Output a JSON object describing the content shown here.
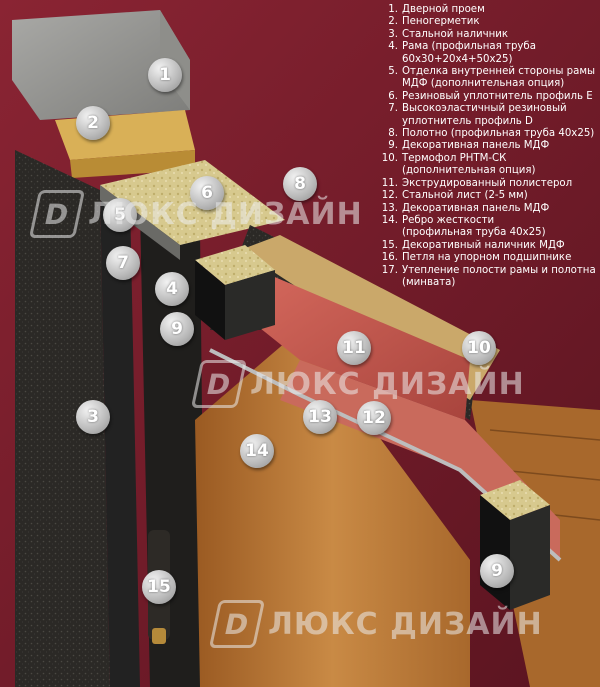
{
  "legend": [
    {
      "num": "1.",
      "text": "Дверной проем"
    },
    {
      "num": "2.",
      "text": "Пеногерметик"
    },
    {
      "num": "3.",
      "text": "Стальной наличник"
    },
    {
      "num": "4.",
      "text": "Рама (профильная труба\n60х30+20х4+50х25)"
    },
    {
      "num": "5.",
      "text": "Отделка внутренней стороны рамы\nМДФ (дополнительная опция)"
    },
    {
      "num": "6.",
      "text": "Резиновый уплотнитель профиль Е"
    },
    {
      "num": "7.",
      "text": "Высокоэластичный резиновый\nуплотнитель профиль D"
    },
    {
      "num": "8.",
      "text": "Полотно (профильная труба 40х25)"
    },
    {
      "num": "9.",
      "text": "Декоративная панель МДФ"
    },
    {
      "num": "10.",
      "text": "Термофол РНТМ-СК\n(дополнительная опция)"
    },
    {
      "num": "11.",
      "text": "Экструдированный полистерол"
    },
    {
      "num": "12.",
      "text": "Стальной лист (2-5 мм)"
    },
    {
      "num": "13.",
      "text": "Декоративная панель МДФ"
    },
    {
      "num": "14.",
      "text": "Ребро жесткости\n(профильная труба 40х25)"
    },
    {
      "num": "15.",
      "text": "Декоративный наличник МДФ"
    },
    {
      "num": "16.",
      "text": "Петля на упорном подшипнике"
    },
    {
      "num": "17.",
      "text": "Утепление полости рамы и полотна\n(минвата)"
    }
  ],
  "callouts": [
    "1",
    "2",
    "3",
    "4",
    "5",
    "6",
    "7",
    "8",
    "9",
    "9",
    "10",
    "11",
    "12",
    "13",
    "14",
    "15"
  ],
  "watermark": {
    "logo": "D",
    "text": "ЛЮКС ДИЗАЙН"
  },
  "colors": {
    "background": "#6e1a27",
    "steel": "#2b2926",
    "wood": "#b8742f",
    "foam_pink": "#c65a4f",
    "insulation": "#d6c58a",
    "callout": "#b9b9b9"
  }
}
